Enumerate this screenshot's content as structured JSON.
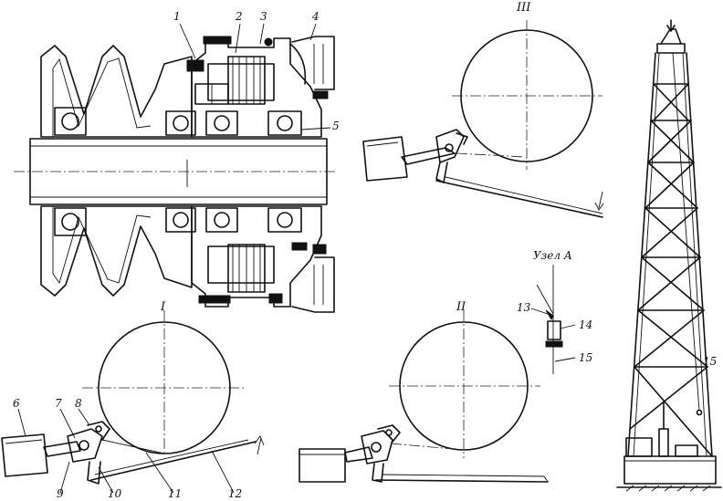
{
  "callouts": {
    "n1": "1",
    "n2": "2",
    "n3": "3",
    "n4": "4",
    "n5": "5",
    "n6": "6",
    "n7": "7",
    "n8": "8",
    "n9": "9",
    "n10": "10",
    "n11": "11",
    "n12": "12",
    "n13": "13",
    "n14": "14",
    "n15a": "15",
    "n15b": "15"
  },
  "views": {
    "v1": "I",
    "v2": "II",
    "v3": "III",
    "detail": "Узел А"
  },
  "colors": {
    "line": "#111111",
    "background": "#ffffff"
  }
}
